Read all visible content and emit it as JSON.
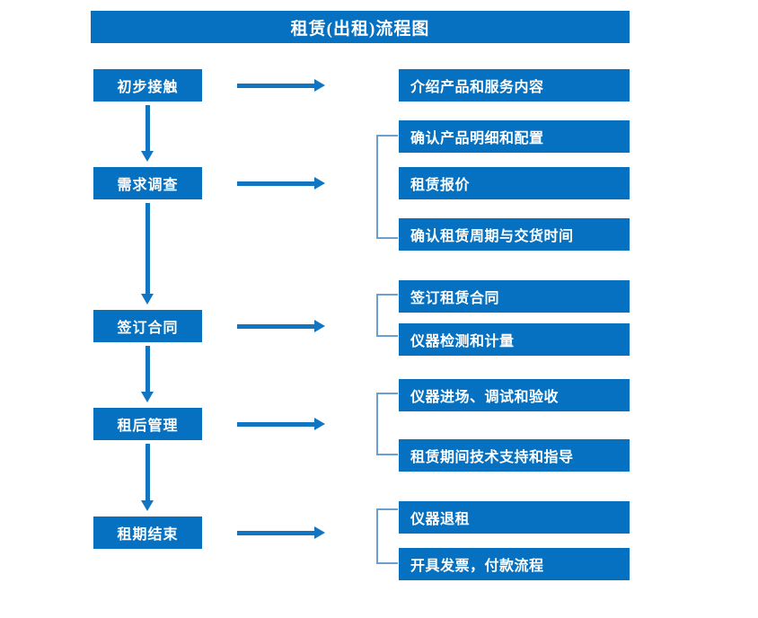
{
  "diagram": {
    "title": "租赁(出租)流程图",
    "colors": {
      "box_blue": "#0571c0",
      "arrow_blue": "#1175c2",
      "bracket_blue": "#6a9fd4",
      "text_white": "#ffffff",
      "background": "#ffffff"
    },
    "stages": [
      {
        "label": "初步接触"
      },
      {
        "label": "需求调查"
      },
      {
        "label": "签订合同"
      },
      {
        "label": "租后管理"
      },
      {
        "label": "租期结束"
      }
    ],
    "details": [
      {
        "label": "介绍产品和服务内容"
      },
      {
        "label": "确认产品明细和配置"
      },
      {
        "label": "租赁报价"
      },
      {
        "label": "确认租赁周期与交货时间"
      },
      {
        "label": "签订租赁合同"
      },
      {
        "label": "仪器检测和计量"
      },
      {
        "label": "仪器进场、调试和验收"
      },
      {
        "label": "租赁期间技术支持和指导"
      },
      {
        "label": "仪器退租"
      },
      {
        "label": "开具发票，付款流程"
      }
    ]
  }
}
